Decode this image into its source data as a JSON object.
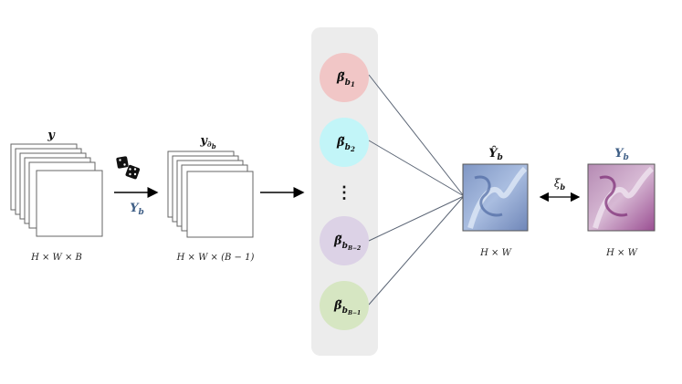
{
  "input_stack": {
    "label": "y",
    "dims": "H × W × B"
  },
  "masked_stack": {
    "label_main": "y",
    "label_sub": "∂",
    "label_subsub": "b",
    "dims": "H × W × (B − 1)"
  },
  "dice_arrow": {
    "label_main": "Y",
    "label_sub": "b",
    "dice_icon": "dice-icon"
  },
  "estimators": [
    {
      "main": "β̃",
      "sub": "b",
      "subsub": "1",
      "color": "#f1c6c6"
    },
    {
      "main": "β̃",
      "sub": "b",
      "subsub": "2",
      "color": "#c2f5f8"
    },
    {
      "main": "β̃",
      "sub": "b",
      "subsub": "B−2",
      "color": "#dcd2e6"
    },
    {
      "main": "β̃",
      "sub": "b",
      "subsub": "B−1",
      "color": "#d6e6c2"
    }
  ],
  "ellipsis": "⋮",
  "prediction": {
    "label_main": "Ŷ",
    "label_sub": "b",
    "dims": "H × W"
  },
  "loss": {
    "label_main": "ξ",
    "label_sub": "b"
  },
  "target": {
    "label_main": "Y",
    "label_sub": "b",
    "dims": "H × W"
  },
  "colors": {
    "panel": "#ececec",
    "label_blue": "#3f5f86",
    "edge": "#5a6474"
  }
}
